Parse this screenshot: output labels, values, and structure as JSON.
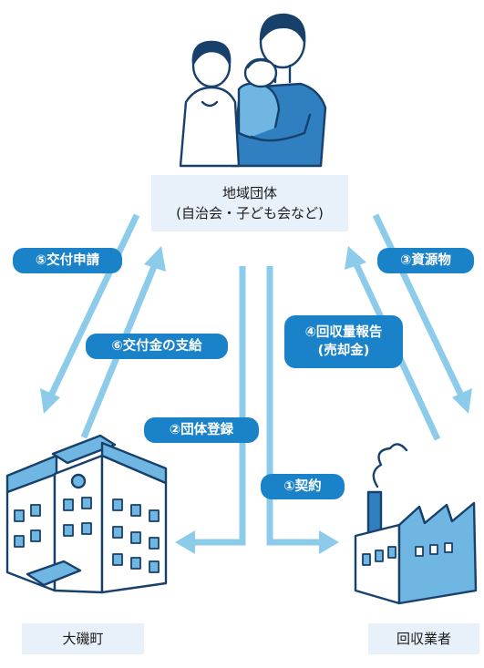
{
  "nodes": {
    "community": {
      "line1": "地域団体",
      "line2": "(自治会・子ども会など)"
    },
    "town": {
      "label": "大磯町"
    },
    "recycler": {
      "label": "回収業者"
    }
  },
  "steps": {
    "application": "⑤交付申請",
    "resources": "③資源物",
    "payment": "⑥交付金の支給",
    "report_line1": "④回収量報告",
    "report_line2": "(売却金)",
    "registration": "②団体登録",
    "contract": "①契約"
  },
  "colors": {
    "arrow": "#8dcbeb",
    "pill": "#1a82c8",
    "box": "#e8f1fa",
    "icon_line": "#17406b",
    "icon_fill": "#6fb6e2"
  }
}
